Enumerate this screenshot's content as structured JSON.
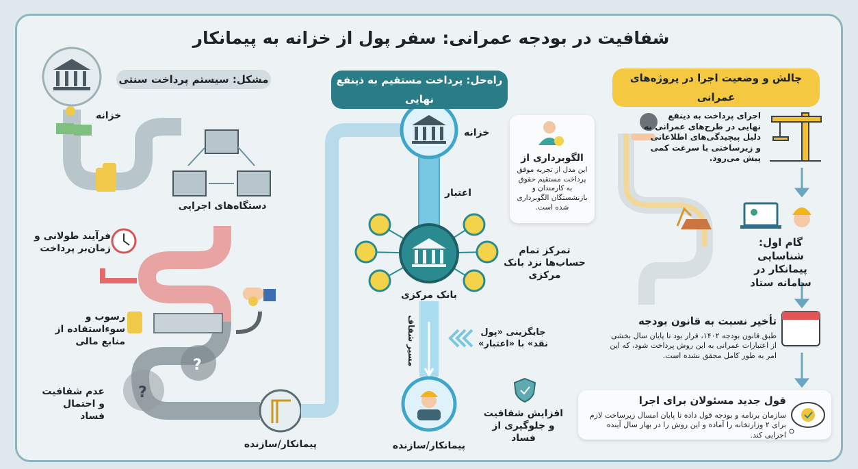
{
  "title": "شفافیت در بودجه عمرانی: سفر پول از خزانه به پیمانکار",
  "colors": {
    "problem_pill": "#d3dce0",
    "solution_pill": "#2a7c86",
    "challenge_pill": "#f5c842",
    "clean_pipe": "#9fd3e6",
    "red_pipe": "#e8a3a3",
    "bank_teal": "#2b8a8f",
    "coin_yellow": "#f3d34a"
  },
  "problem": {
    "header": "مشکل: سیستم پرداخت سنتی",
    "treasury": "خزانه",
    "agencies": "دستگاه‌های اجرایی",
    "issue_delay": "فرآیند طولانی و زمان‌بر پرداخت",
    "issue_sediment": "رسوب و سوءاستفاده از منابع مالی",
    "issue_opacity": "عدم شفافیت و احتمال فساد",
    "contractor": "پیمانکار/سازنده"
  },
  "solution": {
    "header": "راه‌حل: پرداخت مستقیم به ذینفع نهایی",
    "treasury": "خزانه",
    "credit": "اعتبار",
    "central_bank": "بانک مرکزی",
    "centralization": "تمرکز تمام حساب‌ها نزد بانک مرکزی",
    "transparent_path": "مسیر شفاف",
    "replacement": "جایگزینی «پول نقد» با «اعتبار»",
    "transparency": "افزایش شفافیت و جلوگیری از فساد",
    "contractor": "پیمانکار/سازنده",
    "model_card": {
      "title": "الگوبرداری از",
      "body": "این مدل از تجربه موفق پرداخت مستقیم حقوق به کارمندان و بازنشستگان الگوبرداری شده است."
    }
  },
  "challenge": {
    "header": "چالش و وضعیت اجرا در پروژه‌های عمرانی",
    "status": "اجرای پرداخت به ذینفع نهایی در طرح‌های عمرانی به دلیل پیچیدگی‌های اطلاعاتی و زیرساختی با سرعت کمی پیش می‌رود.",
    "step1": "گام اول: شناسایی پیمانکار در سامانه ستاد",
    "delay_title": "تأخیر نسبت به قانون بودجه",
    "delay_body": "طبق قانون بودجه ۱۴۰۲، قرار بود تا پایان سال بخشی از اعتبارات عمرانی به این روش پرداخت شود، که این امر به طور کامل محقق نشده است.",
    "promise_title": "قول جدید مسئولان برای اجرا",
    "promise_body": "سازمان برنامه و بودجه قول داده تا پایان امسال زیرساخت لازم برای ۲ وزارتخانه را آماده و این روش را در بهار سال آینده اجرایی کند."
  }
}
